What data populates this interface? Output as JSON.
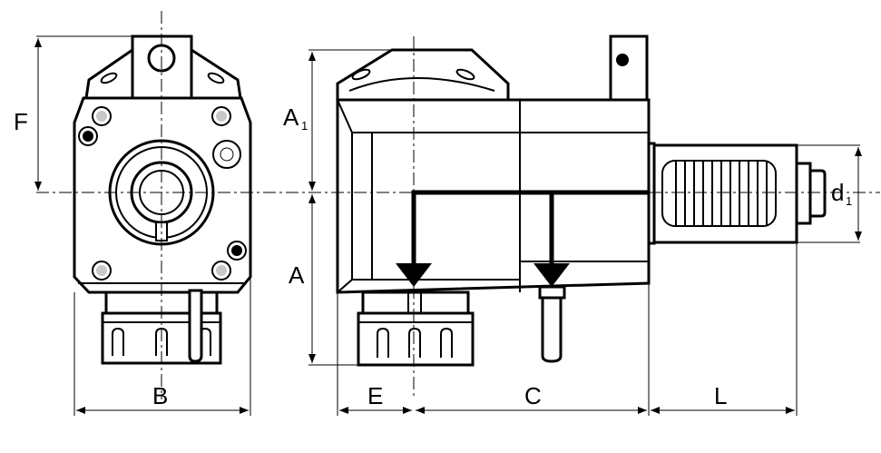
{
  "dimension_labels": {
    "F": "F",
    "A1_main": "A",
    "A1_sub": "1",
    "A": "A",
    "d1_main": "d",
    "d1_sub": "1",
    "B": "B",
    "E": "E",
    "C": "C",
    "L": "L"
  }
}
